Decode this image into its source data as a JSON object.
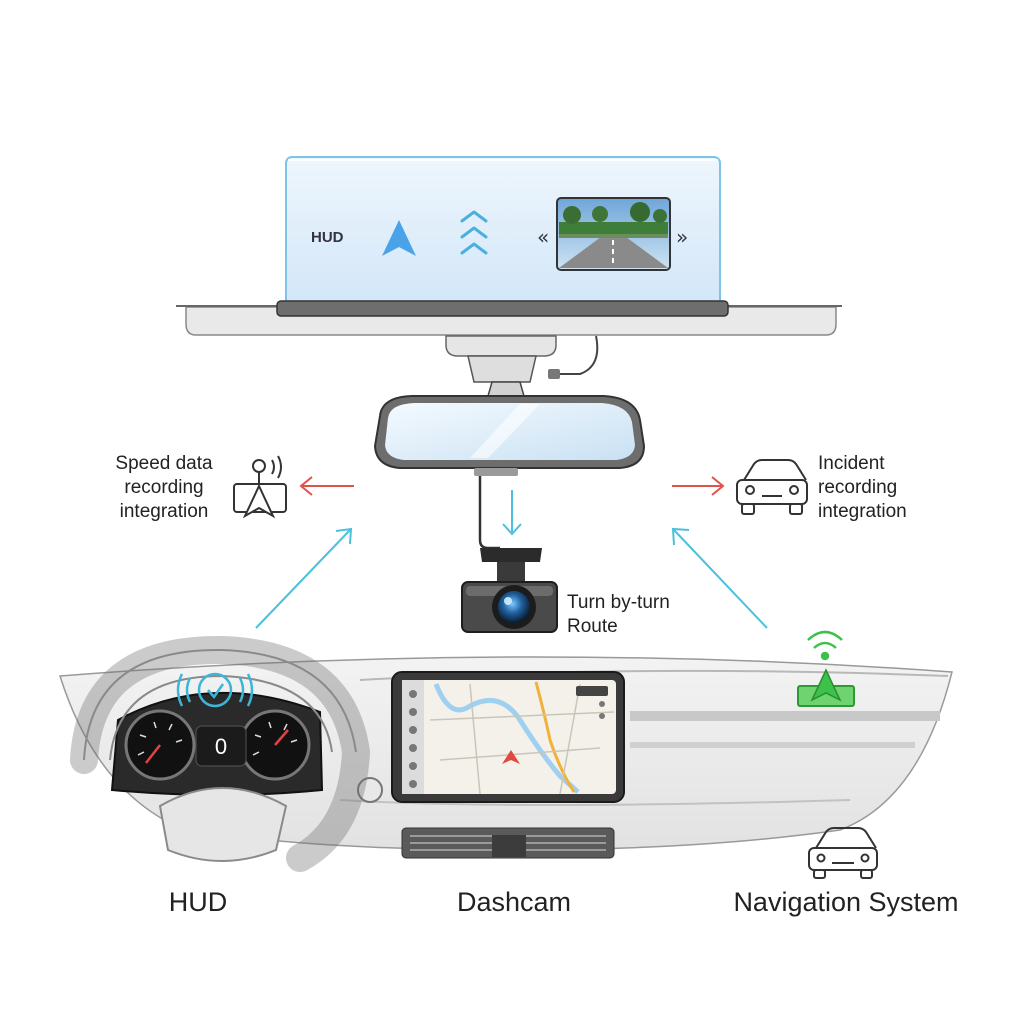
{
  "hud_panel": {
    "label": "HUD"
  },
  "callouts": {
    "left": [
      "Speed data",
      "recording",
      "integration"
    ],
    "right": [
      "Incident",
      "recording",
      "integration"
    ],
    "center": [
      "Turn by-turn",
      "Route"
    ]
  },
  "cluster": {
    "speed_readout": "0"
  },
  "bottom_labels": {
    "hud": "HUD",
    "dashcam": "Dashcam",
    "navigation": "Navigation System"
  },
  "colors": {
    "arrow_blue": "#4cc0dc",
    "arrow_red": "#e0524a",
    "hud_glass": "#dcecfa",
    "signal_green": "#3cc24a"
  },
  "icons": [
    "navigation-arrow-icon",
    "chevron-up-icon",
    "chevron-left-icon",
    "chevron-right-icon",
    "speed-sensor-icon",
    "car-icon",
    "wifi-signal-icon",
    "dashcam-icon",
    "map-pin-icon"
  ]
}
